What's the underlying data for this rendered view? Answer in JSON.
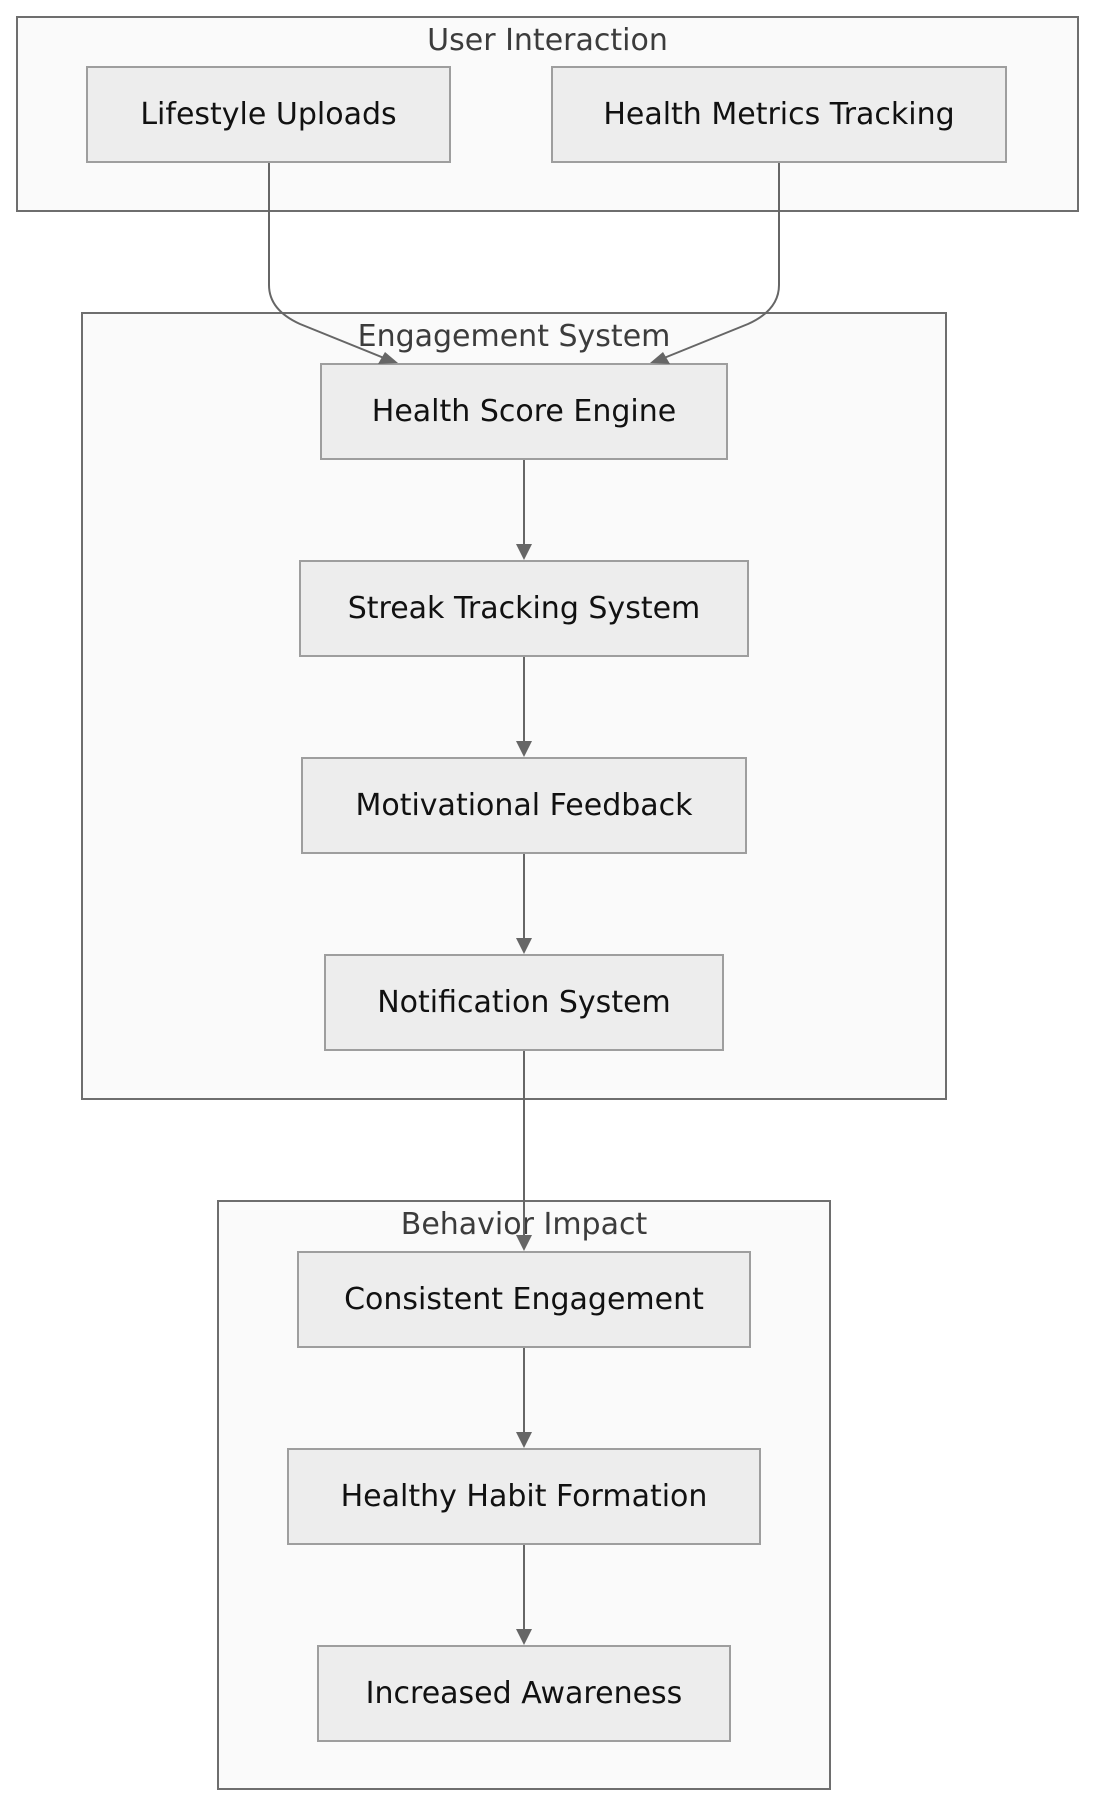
{
  "clusters": {
    "user_interaction": "User Interaction",
    "engagement_system": "Engagement System",
    "behavior_impact": "Behavior Impact"
  },
  "nodes": {
    "lifestyle_uploads": "Lifestyle Uploads",
    "health_metrics_tracking": "Health Metrics Tracking",
    "health_score_engine": "Health Score Engine",
    "streak_tracking_system": "Streak Tracking System",
    "motivational_feedback": "Motivational Feedback",
    "notification_system": "Notification System",
    "consistent_engagement": "Consistent Engagement",
    "healthy_habit_formation": "Healthy Habit Formation",
    "increased_awareness": "Increased Awareness"
  },
  "edges": [
    {
      "from": "Lifestyle Uploads",
      "to": "Health Score Engine"
    },
    {
      "from": "Health Metrics Tracking",
      "to": "Health Score Engine"
    },
    {
      "from": "Health Score Engine",
      "to": "Streak Tracking System"
    },
    {
      "from": "Streak Tracking System",
      "to": "Motivational Feedback"
    },
    {
      "from": "Motivational Feedback",
      "to": "Notification System"
    },
    {
      "from": "Notification System",
      "to": "Consistent Engagement"
    },
    {
      "from": "Consistent Engagement",
      "to": "Healthy Habit Formation"
    },
    {
      "from": "Healthy Habit Formation",
      "to": "Increased Awareness"
    }
  ],
  "colors": {
    "cluster_fill": "#fafafa",
    "cluster_border": "#6e6e6e",
    "node_fill": "#ededed",
    "node_border": "#9e9e9e",
    "edge": "#666666"
  }
}
